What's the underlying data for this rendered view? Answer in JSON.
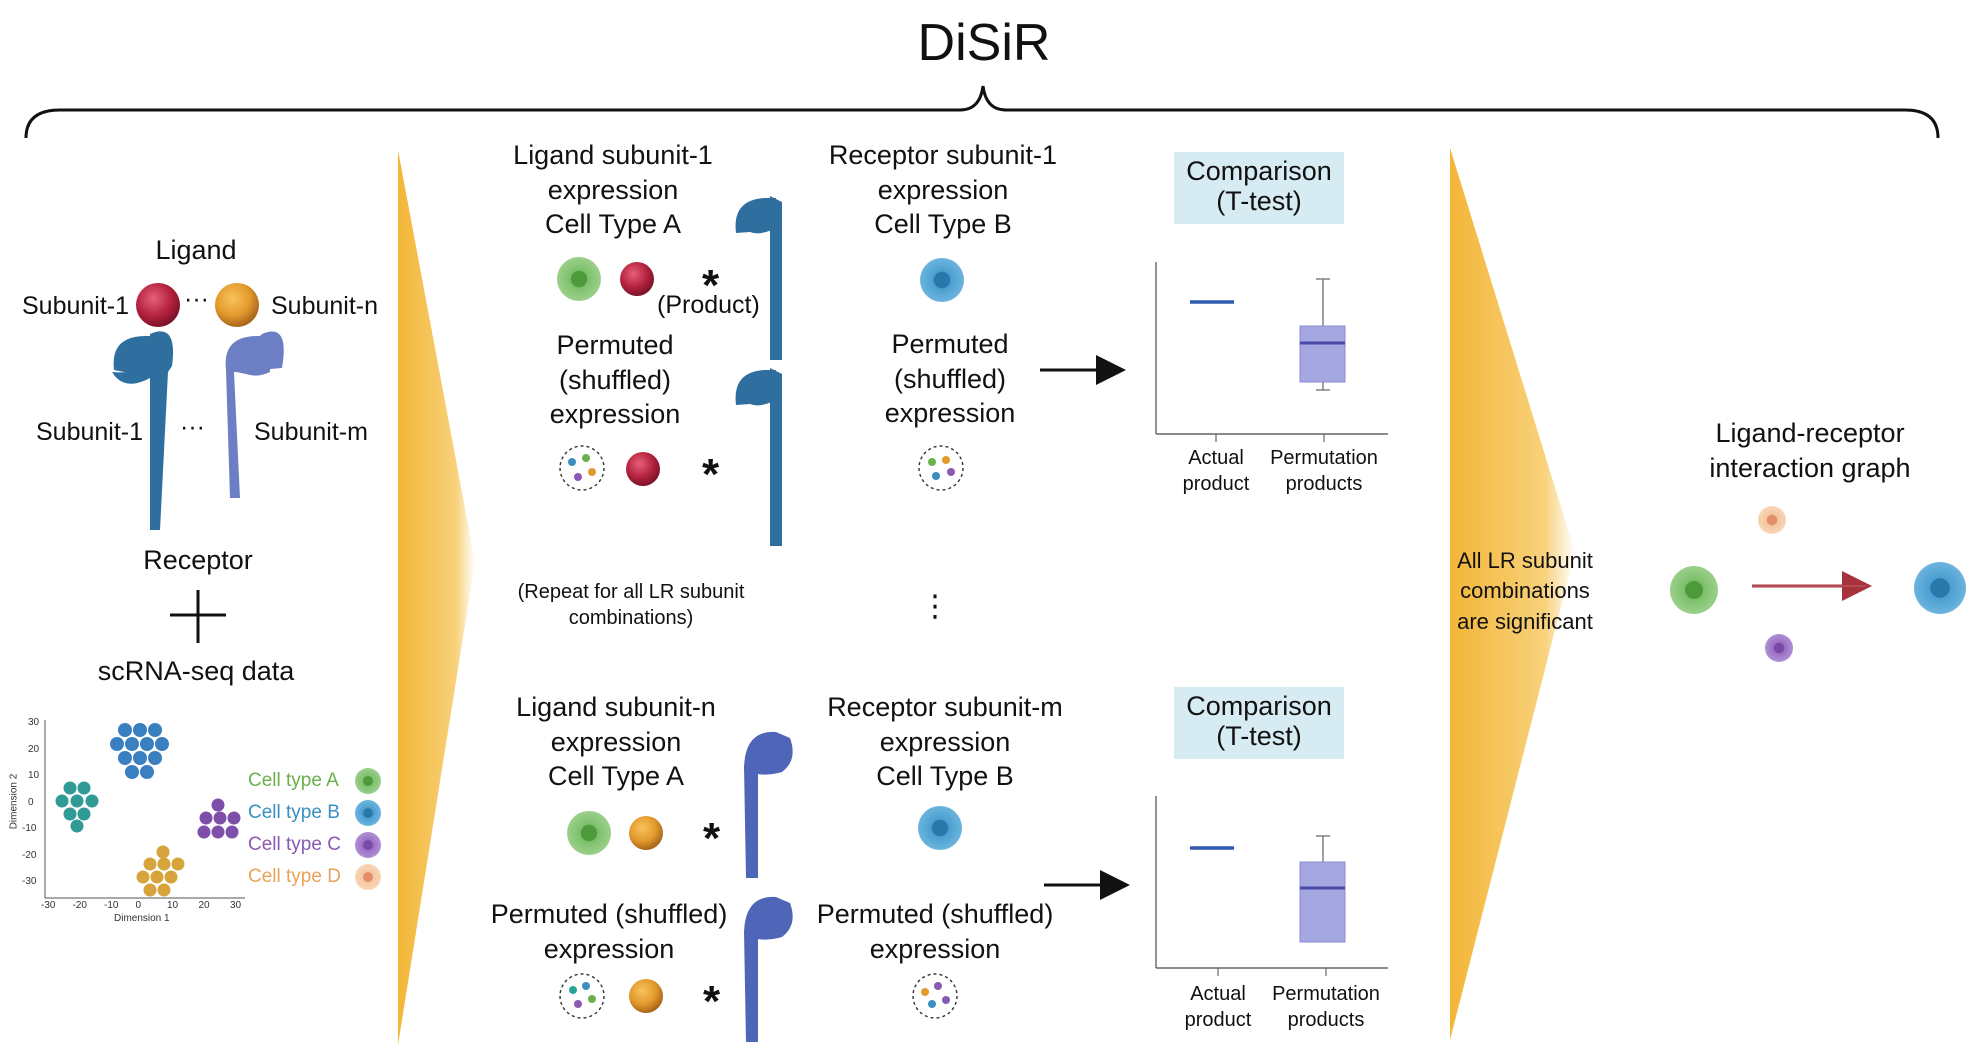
{
  "title": "DiSiR",
  "left": {
    "ligand": "Ligand",
    "subunit_1": "Subunit-1",
    "subunit_n": "Subunit-n",
    "subunit_1b": "Subunit-1",
    "subunit_m": "Subunit-m",
    "ellipsis": "···",
    "receptor": "Receptor",
    "plus": "+",
    "scrna": "scRNA-seq data",
    "scatter": {
      "ylabel": "Dimension 2",
      "xlabel": "Dimension 1",
      "yticks": [
        "30",
        "20",
        "10",
        "0",
        "-10",
        "-20",
        "-30"
      ],
      "xticks": [
        "-30",
        "-20",
        "-10",
        "0",
        "10",
        "20",
        "30"
      ],
      "legend": [
        {
          "label": "Cell type A",
          "color": "#6ab04c"
        },
        {
          "label": "Cell type B",
          "color": "#3a8fc1"
        },
        {
          "label": "Cell type C",
          "color": "#8a59b3"
        },
        {
          "label": "Cell type D",
          "color": "#e8a25a"
        }
      ]
    }
  },
  "middle": {
    "top": {
      "ligand_label": "Ligand subunit-1\nexpression\nCell Type A",
      "receptor_label": "Receptor subunit-1\nexpression\nCell Type B",
      "product": "(Product)",
      "permuted_left": "Permuted\n(shuffled)\nexpression",
      "permuted_right": "Permuted\n(shuffled)\nexpression"
    },
    "repeat": "(Repeat for all LR subunit\ncombinations)",
    "vdots": "⋮",
    "bottom": {
      "ligand_label": "Ligand subunit-n\nexpression\nCell Type A",
      "receptor_label": "Receptor subunit-m\nexpression\nCell Type B",
      "permuted_left": "Permuted (shuffled)\nexpression",
      "permuted_right": "Permuted (shuffled)\nexpression"
    },
    "star": "*"
  },
  "comparison": {
    "label": "Comparison\n(T-test)",
    "actual": "Actual\nproduct",
    "perm": "Permutation\nproducts"
  },
  "right": {
    "significant": "All LR subunit\ncombinations\nare significant",
    "graph_title": "Ligand-receptor\ninteraction graph"
  },
  "colors": {
    "green": "#6ab04c",
    "blue": "#3a8fc1",
    "purple": "#8a59b3",
    "orange": "#e39a2c",
    "red": "#b5233f",
    "receptor_blue": "#2f6f9f",
    "receptor_purple": "#6c7fc4",
    "box_fill": "#a5a8e0",
    "median": "#4a4aa8",
    "arrow_red": "#a8323c",
    "gold": "#f3b637"
  }
}
